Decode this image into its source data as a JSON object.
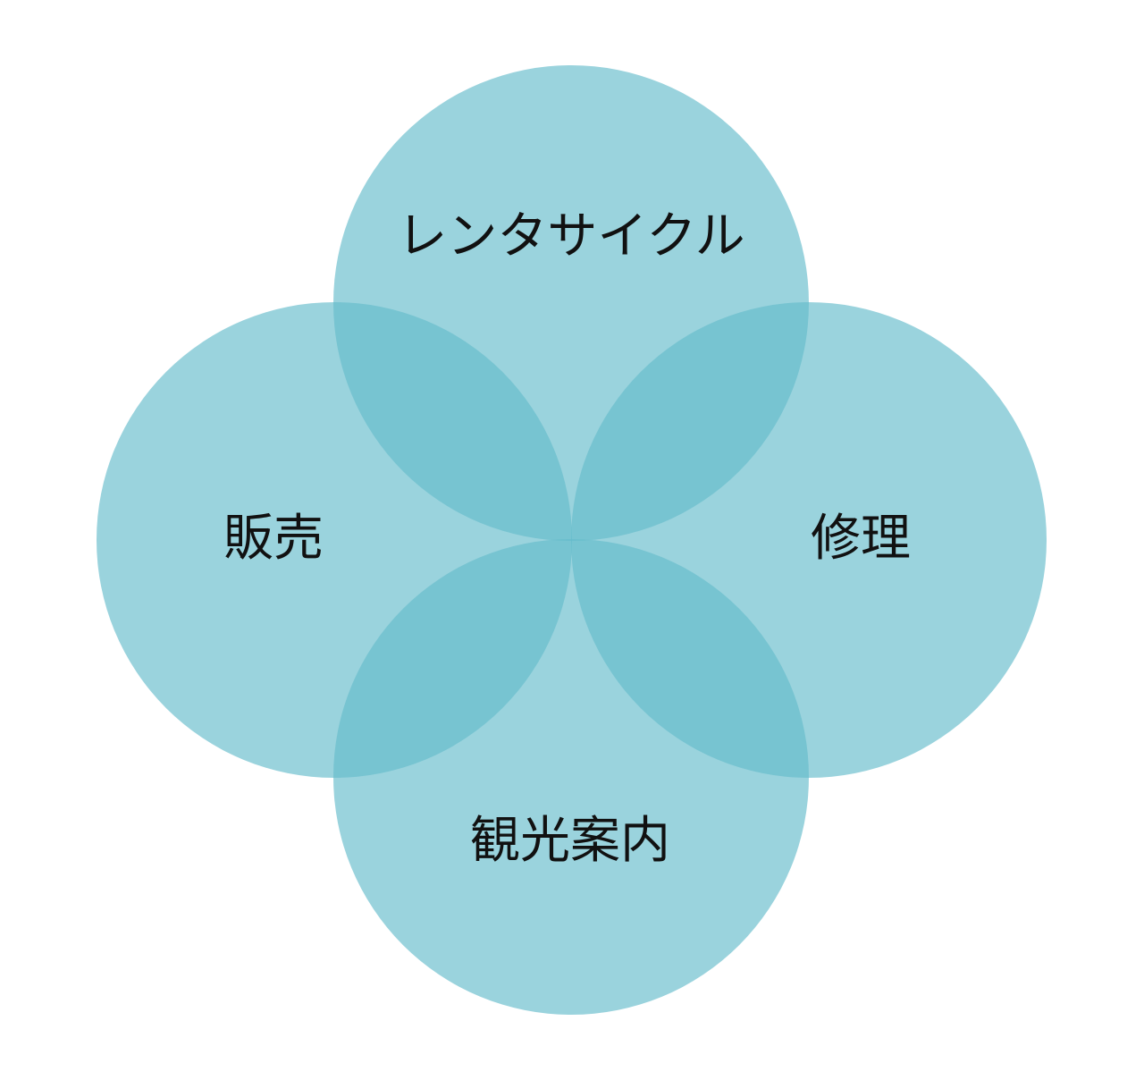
{
  "diagram": {
    "type": "venn",
    "circles": [
      {
        "id": "top",
        "label": "レンタサイクル"
      },
      {
        "id": "left",
        "label": "販売"
      },
      {
        "id": "right",
        "label": "修理"
      },
      {
        "id": "bottom",
        "label": "観光案内"
      }
    ],
    "colors": {
      "fill": "#64bccb",
      "fill_opacity": 0.65,
      "background": "#ffffff",
      "text": "#111111"
    }
  }
}
